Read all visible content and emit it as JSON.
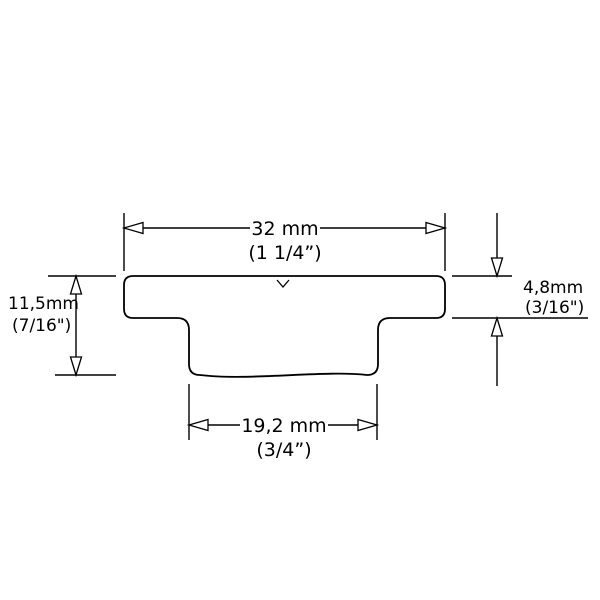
{
  "drawing": {
    "type": "cross-section-dimension-drawing",
    "colors": {
      "line": "#000000",
      "background": "#ffffff"
    },
    "dimensions": {
      "top_width": {
        "value": "32 mm",
        "alt": "(1 1/4”)"
      },
      "flange_thickness": {
        "value": "4,8mm",
        "alt": "(3/16\")"
      },
      "overall_height": {
        "value": "11,5mm",
        "alt": "(7/16\")"
      },
      "slot_width": {
        "value": "19,2 mm",
        "alt": "(3/4”)"
      }
    }
  }
}
